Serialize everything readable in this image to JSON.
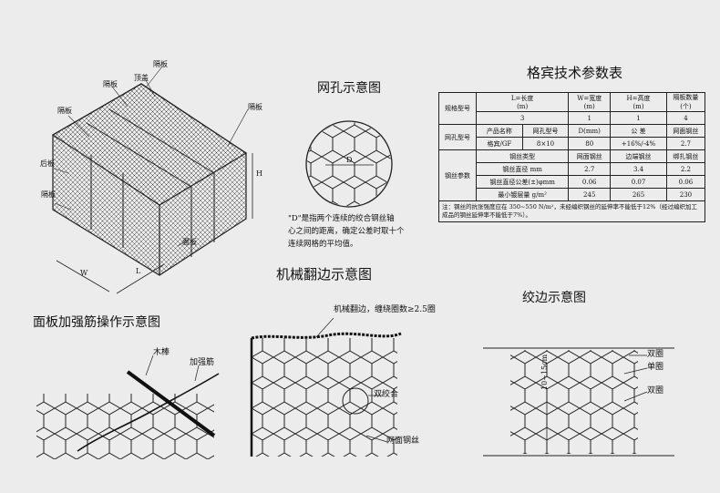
{
  "colors": {
    "background": "#ececec",
    "ink": "#111111"
  },
  "box": {
    "labels": [
      "隔板",
      "隔板",
      "顶盖",
      "隔板",
      "后板",
      "隔板",
      "面板",
      "H",
      "W",
      "L"
    ]
  },
  "mesh_hole": {
    "title": "网孔示意图",
    "d_label": "D",
    "desc_lines": [
      "\"D\"是指两个连续的绞合钢丝轴",
      "心之间的距离，确定公差时取十个",
      "连续网格的平均值。"
    ]
  },
  "spec": {
    "title": "格宾技术参数表",
    "row_spec": {
      "header": "规格型号",
      "cols": [
        "L=长度\n(m)",
        "W=宽度\n(m)",
        "H=高度\n(m)",
        "隔板数量\n(个)"
      ],
      "values": [
        "3",
        "1",
        "1",
        "4"
      ]
    },
    "row_mesh": {
      "header": "网孔型号",
      "cols": [
        "产品名称",
        "网孔型号",
        "D(mm)",
        "公 差",
        "网面钢丝"
      ],
      "values": [
        "格宾/GF",
        "8×10",
        "80",
        "+16%/-4%",
        "2.7"
      ]
    },
    "wire": {
      "header": "钢丝参数",
      "cols": [
        "钢丝类型",
        "网面钢丝",
        "边端钢丝",
        "绑扎钢丝"
      ],
      "rows": [
        [
          "钢丝直径 mm",
          "2.7",
          "3.4",
          "2.2"
        ],
        [
          "钢丝直径公差(±)φmm",
          "0.06",
          "0.07",
          "0.06"
        ],
        [
          "最小镀层量 g/m²",
          "245",
          "265",
          "230"
        ]
      ]
    },
    "note": "注：钢丝的抗张强度应在 350~550 N/m²，未经编织钢丝的延伸率不能低于12%（经过编织加工成品的钢丝延伸率不能低于7%）。"
  },
  "edge_fold": {
    "title": "机械翻边示意图",
    "callout": "机械翻边，缠绕圈数≥2.5圈",
    "twist_label": "双绞合",
    "wire_label": "网面钢丝"
  },
  "panel": {
    "title": "面板加强筋操作示意图",
    "stick_label": "木棒",
    "rib_label": "加强筋"
  },
  "twist_edge": {
    "title": "绞边示意图",
    "labels": [
      "双圈",
      "单圈",
      "双圈"
    ],
    "dim": "10~15cm"
  }
}
